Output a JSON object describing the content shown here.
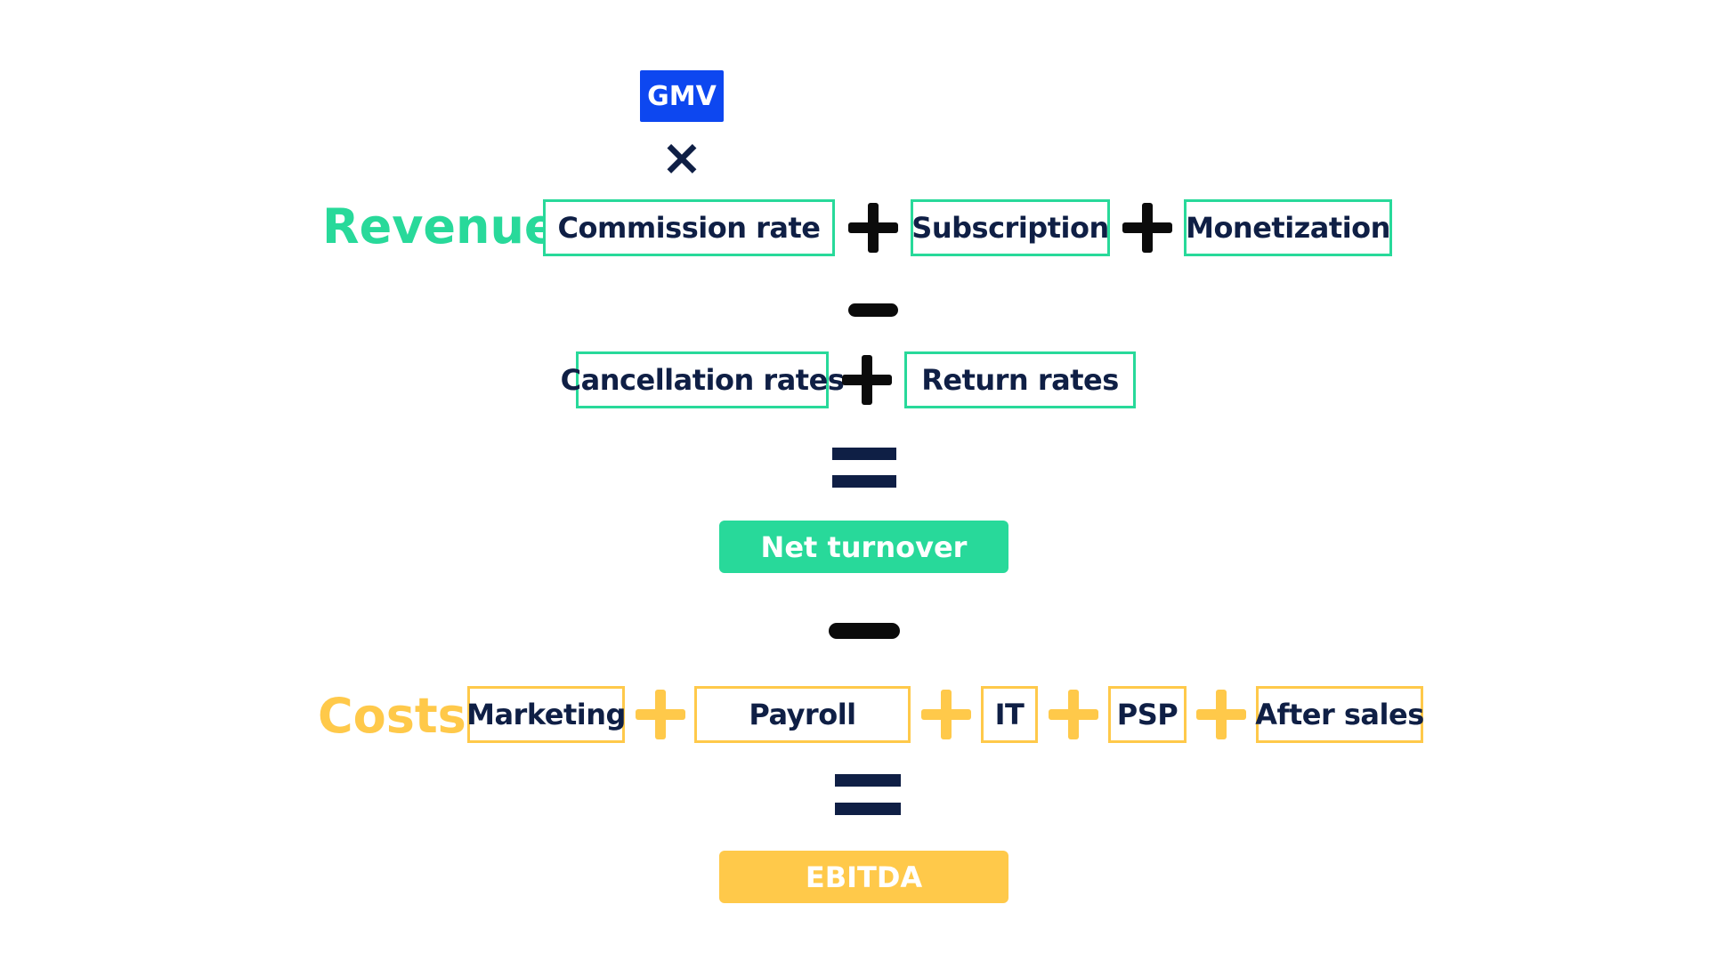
{
  "colors": {
    "revenue_green": "#28d99a",
    "cost_yellow": "#ffc94a",
    "gmv_blue": "#0d47f0",
    "text_navy": "#0f1f45",
    "operator_black": "#0b0b0b"
  },
  "gmv": {
    "label": "GMV"
  },
  "times_symbol": "×",
  "revenues": {
    "title": "Revenues",
    "items": [
      "Commission rate",
      "Subscription",
      "Monetization"
    ]
  },
  "deductions": {
    "items": [
      "Cancellation rates",
      "Return rates"
    ]
  },
  "net_turnover": {
    "label": "Net turnover"
  },
  "costs": {
    "title": "Costs",
    "items": [
      "Marketing",
      "Payroll",
      "IT",
      "PSP",
      "After sales"
    ]
  },
  "ebitda": {
    "label": "EBITDA"
  },
  "operator_icons": [
    "times-icon",
    "plus-icon",
    "minus-icon",
    "equals-icon"
  ]
}
